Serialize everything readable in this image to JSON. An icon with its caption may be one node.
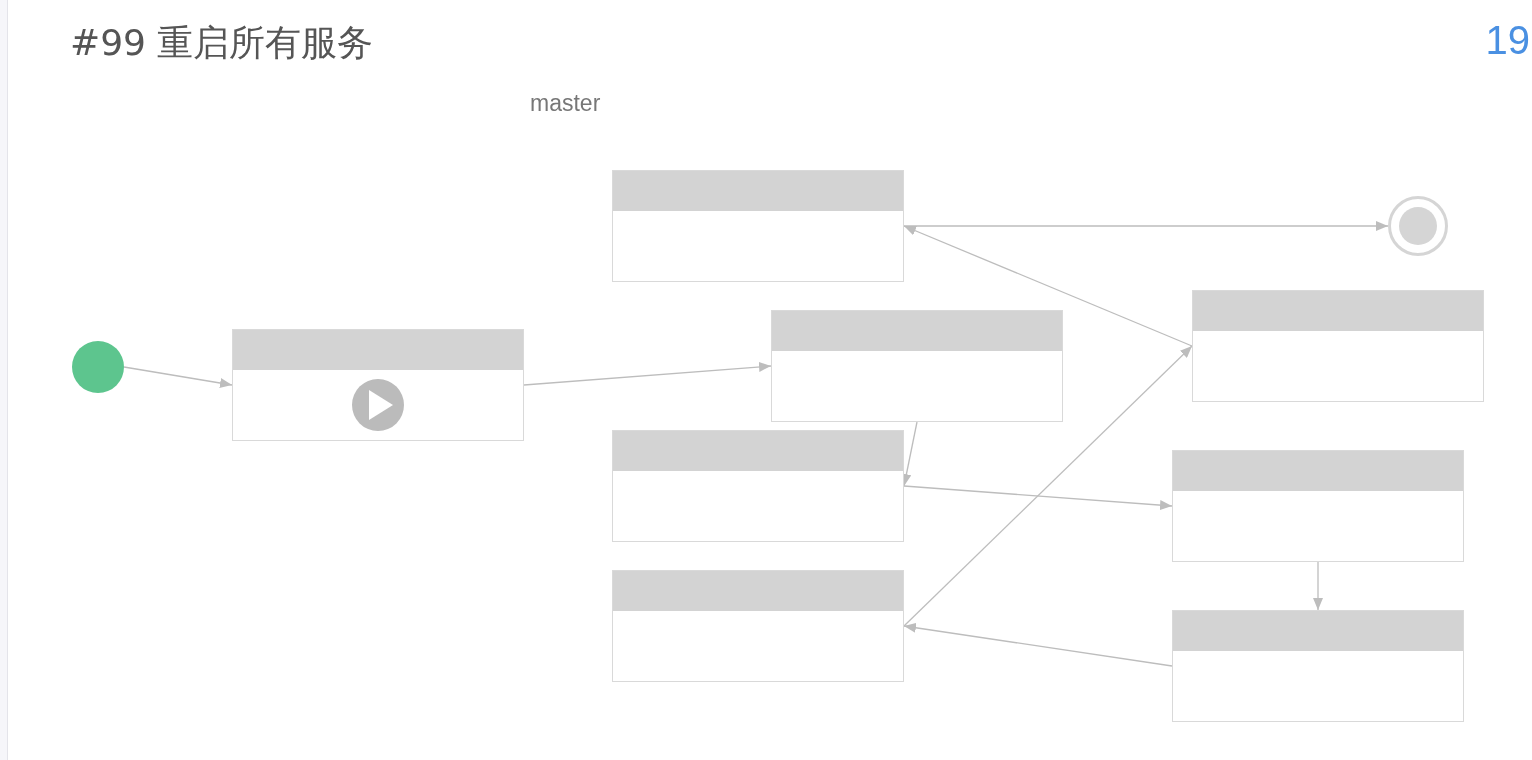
{
  "diagram": {
    "title": "#99 重启所有服务",
    "nodes": [
      {
        "text": [],
        "shape": "circle"
      },
      {
        "text": [],
        "shape": "box"
      },
      {
        "text": [],
        "shape": "box"
      },
      {
        "text": [],
        "shape": "box"
      },
      {
        "text": [],
        "shape": "box"
      },
      {
        "text": [],
        "shape": "box"
      },
      {
        "text": [],
        "shape": "box"
      },
      {
        "text": [],
        "shape": "box"
      },
      {
        "text": [],
        "shape": "box"
      },
      {
        "text": [],
        "shape": "circle"
      }
    ],
    "edges": [
      {
        "from": 0,
        "to": 1,
        "arrow": "to"
      },
      {
        "from": 1,
        "to": 3,
        "arrow": "to"
      },
      {
        "from": 3,
        "to": 4,
        "arrow": "to"
      },
      {
        "from": 4,
        "to": 7,
        "arrow": "to"
      },
      {
        "from": 7,
        "to": 8,
        "arrow": "to"
      },
      {
        "from": 8,
        "to": 5,
        "arrow": "to"
      },
      {
        "from": 5,
        "to": 6,
        "arrow": "to"
      },
      {
        "from": 6,
        "to": 2,
        "arrow": "to"
      },
      {
        "from": 2,
        "to": 9,
        "arrow": "to"
      }
    ],
    "labels": [
      "master",
      "19"
    ]
  }
}
